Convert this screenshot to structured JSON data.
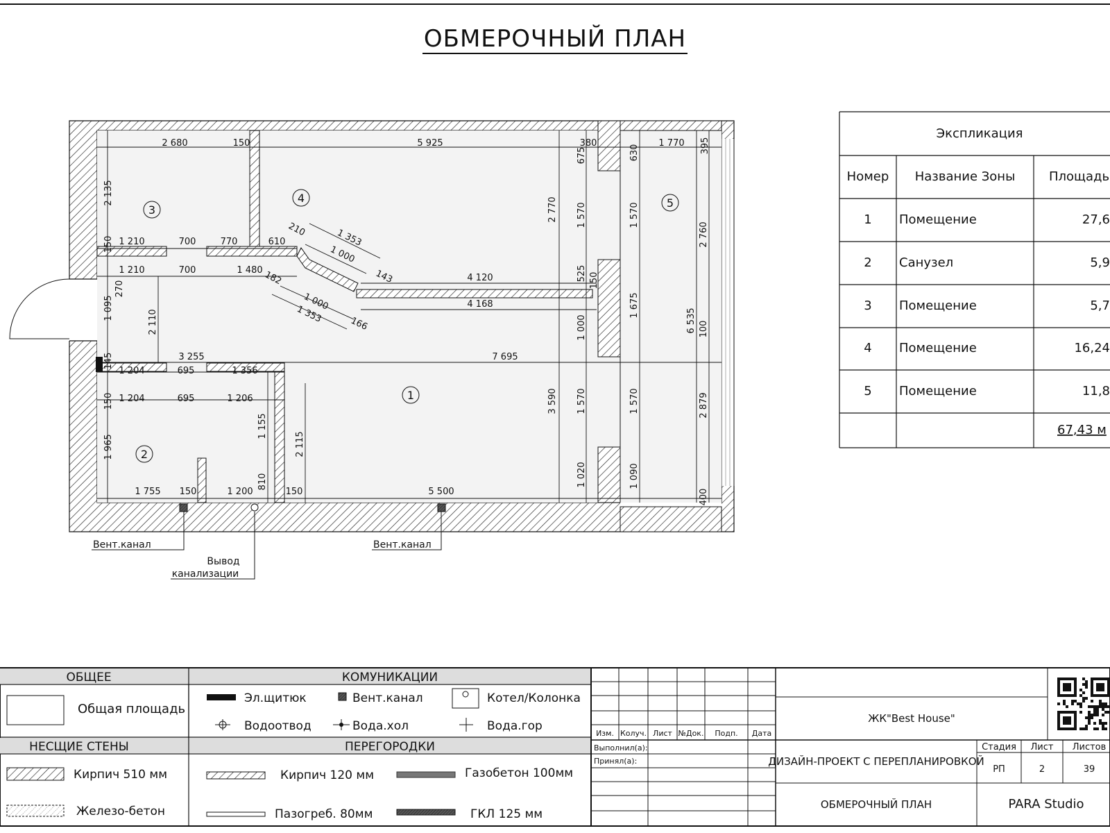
{
  "title": "ОБМЕРОЧНЫЙ ПЛАН",
  "explication": {
    "title": "Экспликация",
    "headers": [
      "Номер",
      "Название Зоны",
      "Площадь"
    ],
    "rows": [
      {
        "num": "1",
        "name": "Помещение",
        "area": "27,6"
      },
      {
        "num": "2",
        "name": "Санузел",
        "area": "5,9"
      },
      {
        "num": "3",
        "name": "Помещение",
        "area": "5,7"
      },
      {
        "num": "4",
        "name": "Помещение",
        "area": "16,24"
      },
      {
        "num": "5",
        "name": "Помещение",
        "area": "11,8"
      }
    ],
    "total": "67,43 м"
  },
  "zones": [
    "1",
    "2",
    "3",
    "4",
    "5"
  ],
  "dims": {
    "d2680": "2 680",
    "d150a": "150",
    "d5925": "5 925",
    "d380": "380",
    "d1770": "1 770",
    "d395": "395",
    "d2135": "2 135",
    "d675": "675",
    "d630": "630",
    "d1570a": "1 570",
    "d1570b": "1 570",
    "d2770": "2 770",
    "d2760": "2 760",
    "d150b": "150",
    "d1210a": "1 210",
    "d700a": "700",
    "d770": "770",
    "d610": "610",
    "d1210b": "1 210",
    "d700b": "700",
    "d1480": "1 480",
    "d210": "210",
    "d1353a": "1 353",
    "d1000a": "1 000",
    "d143": "143",
    "d182": "182",
    "d1000b": "1 000",
    "d1353b": "1 353",
    "d166": "166",
    "d4120": "4 120",
    "d4168": "4 168",
    "d525": "525",
    "d150c": "150",
    "d1675": "1 675",
    "d1000c": "1 000",
    "d6535": "6 535",
    "d100": "100",
    "d270": "270",
    "d1095": "1 095",
    "d2110": "2 110",
    "d145": "145",
    "d3255": "3 255",
    "d7695": "7 695",
    "d1204a": "1 204",
    "d695a": "695",
    "d1356": "1 356",
    "d1204b": "1 204",
    "d695b": "695",
    "d1206": "1 206",
    "d150d": "150",
    "d1965": "1 965",
    "d1155": "1 155",
    "d2115": "2 115",
    "d3590": "3 590",
    "d1570c": "1 570",
    "d1570d": "1 570",
    "d2879": "2 879",
    "d810": "810",
    "d1020": "1 020",
    "d1090": "1 090",
    "d400": "400",
    "d1755": "1 755",
    "d150e": "150",
    "d1200": "1 200",
    "d150f": "150",
    "d5500": "5 500"
  },
  "callouts": {
    "vent1": "Вент.канал",
    "drain_line1": "Вывод",
    "drain_line2": "канализации",
    "vent2": "Вент.канал"
  },
  "legend": {
    "general": "ОБЩЕЕ",
    "general_item": "Общая площадь",
    "comms": "КОМУНИКАЦИИ",
    "comm_items": [
      "Эл.щитюк",
      "Вент.канал",
      "Котел/Колонка",
      "Водоотвод",
      "Вода.хол",
      "Вода.гор"
    ],
    "bearing": "НЕСЩИЕ СТЕНЫ",
    "bearing_items": [
      "Кирпич 510 мм",
      "Железо-бетон"
    ],
    "partitions": "ПЕРЕГОРОДКИ",
    "partition_items": [
      "Кирпич 120 мм",
      "Газобетон 100мм",
      "Пазогреб. 80мм",
      "ГКЛ 125 мм"
    ]
  },
  "stamp": {
    "cols": [
      "Изм.",
      "Колуч.",
      "Лист",
      "№Док.",
      "Подп.",
      "Дата"
    ],
    "done": "Выполнил(а):",
    "accepted": "Принял(а):",
    "complex": "ЖК\"Best House\"",
    "project": "ДИЗАЙН-ПРОЕКТ С ПЕРЕПЛАНИРОВКОЙ",
    "sheet_title": "ОБМЕРОЧНЫЙ ПЛАН",
    "stage_h": "Стадия",
    "sheet_h": "Лист",
    "sheets_h": "Листов",
    "stage": "РП",
    "sheet": "2",
    "sheets": "39",
    "studio": "PARA Studio"
  }
}
